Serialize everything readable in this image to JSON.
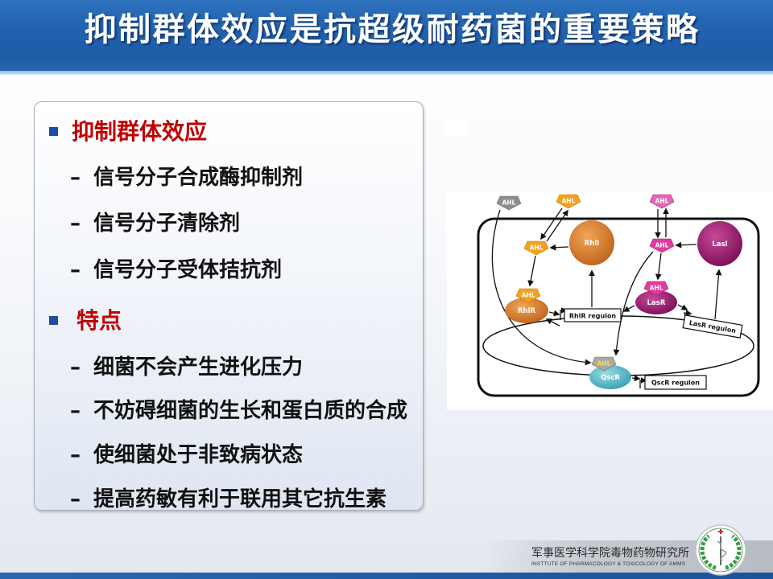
{
  "slide": {
    "title": "抑制群体效应是抗超级耐药菌的重要策略"
  },
  "content": {
    "dash": "–",
    "sections": [
      {
        "heading": "抑制群体效应",
        "items": [
          "信号分子合成酶抑制剂",
          "信号分子清除剂",
          "信号分子受体拮抗剂"
        ]
      },
      {
        "heading": "特点",
        "items": [
          "细菌不会产生进化压力",
          "不妨碍细菌的生长和蛋白质的合成",
          "使细菌处于非致病状态",
          "提高药敏有利于联用其它抗生素"
        ]
      }
    ]
  },
  "diagram": {
    "signal": "AHL",
    "synthases": {
      "rhl": "RhlI",
      "las": "LasI"
    },
    "receptors": {
      "rhl": "RhlR",
      "las": "LasR",
      "qsc": "QscR"
    },
    "regulons": {
      "rhl": "RhlR regulon",
      "las": "LasR regulon",
      "qsc": "QscR regulon"
    }
  },
  "footer": {
    "institute_cn": "军事医学科学院毒物药物研究所",
    "institute_en": "INSTTUTE OF PHARMACOLOGY & TOXICOLOGY OF AMMS"
  },
  "colors": {
    "header_blue": "#1e5ca8",
    "heading_red": "#c00000",
    "bullet_blue": "#1f4ea0",
    "body_text": "#111111",
    "ahl_orange": "#f4a21c",
    "ahl_pink": "#e23a9e",
    "ahl_gray": "#8e8e8e"
  },
  "icons": {
    "section_bullet": "square-bullet-icon",
    "emblem": "institute-emblem-icon"
  }
}
